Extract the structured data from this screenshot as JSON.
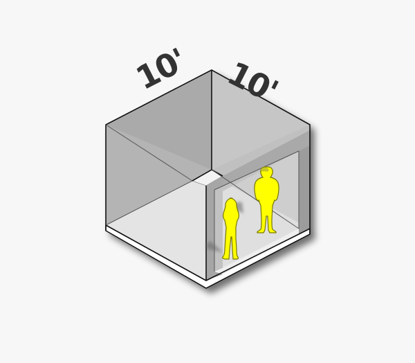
{
  "diagram": {
    "type": "isometric-room",
    "dimensions": {
      "left_edge_label": "10'",
      "right_edge_label": "10'"
    },
    "figures": [
      {
        "name": "woman-silhouette",
        "color": "#ffff00"
      },
      {
        "name": "man-silhouette",
        "color": "#ffff00"
      }
    ],
    "colors": {
      "background": "#f7f7f7",
      "top_left_face": "#a9a9a9",
      "top_right_face": "#c6c6c6",
      "left_wall": "#b7b7b7",
      "floor": "#e6e6e6",
      "door_frame": "#a0a0a0",
      "door_opening": "#d4d4d4",
      "figure_fill": "#ffff00",
      "outline": "#111111",
      "label": "#333333"
    }
  }
}
